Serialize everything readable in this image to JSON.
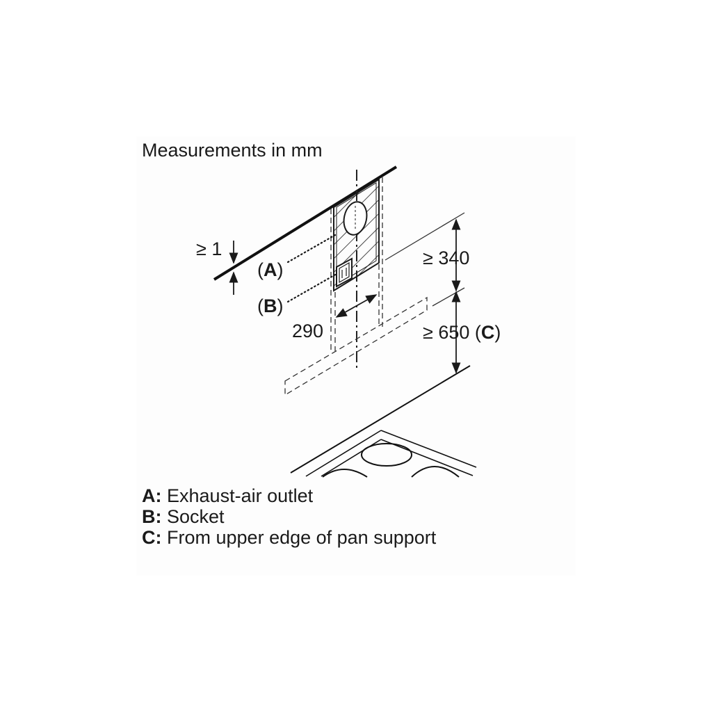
{
  "heading": "Measurements in mm",
  "dimensions": {
    "ceiling_gap": "≥ 1",
    "width": "290",
    "height_top": "≥ 340",
    "height_bottom_value": "≥ 650",
    "height_bottom_ref": "C"
  },
  "callouts": {
    "a": "A",
    "b": "B"
  },
  "legend": [
    {
      "key": "A:",
      "text": "Exhaust-air outlet"
    },
    {
      "key": "B:",
      "text": "Socket"
    },
    {
      "key": "C:",
      "text": "From upper edge of pan support"
    }
  ]
}
